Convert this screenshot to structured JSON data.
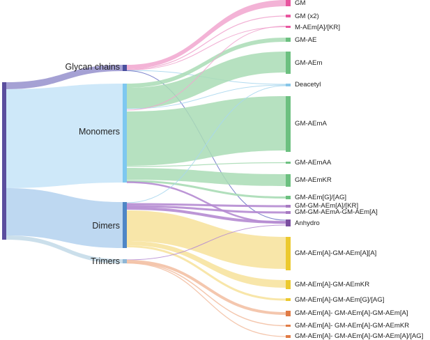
{
  "diagram": {
    "type": "sankey",
    "source_nodes": [
      {
        "id": "root",
        "label": "",
        "color": "#5b4e9e"
      },
      {
        "id": "glycan",
        "label": "Glycan chains",
        "color": "#4a4f9e"
      },
      {
        "id": "monomers",
        "label": "Monomers",
        "color": "#7ec8f0"
      },
      {
        "id": "dimers",
        "label": "Dimers",
        "color": "#4f86c6"
      },
      {
        "id": "trimers",
        "label": "Trimers",
        "color": "#8fb7d6"
      }
    ],
    "target_nodes": [
      {
        "id": "gm",
        "label": "GM",
        "color": "#e8559e"
      },
      {
        "id": "gm_x2",
        "label": "GM (x2)",
        "color": "#e8559e"
      },
      {
        "id": "m_aem",
        "label": "M-AEm[A]/[KR]",
        "color": "#e8559e"
      },
      {
        "id": "gm_ae",
        "label": "GM-AE",
        "color": "#6cc080"
      },
      {
        "id": "gm_aem",
        "label": "GM-AEm",
        "color": "#6cc080"
      },
      {
        "id": "deacetyl",
        "label": "Deacetyl",
        "color": "#87c6e8"
      },
      {
        "id": "gm_aema",
        "label": "GM-AEmA",
        "color": "#6cc080"
      },
      {
        "id": "gm_aemaa",
        "label": "GM-AEmAA",
        "color": "#6cc080"
      },
      {
        "id": "gm_aemkr",
        "label": "GM-AEmKR",
        "color": "#6cc080"
      },
      {
        "id": "gm_aemg",
        "label": "GM-AEm[G]/[AG]",
        "color": "#6cc080"
      },
      {
        "id": "gm_gm_aem",
        "label": "GM-GM-AEm[A]/[KR]",
        "color": "#a77ac2"
      },
      {
        "id": "gm_gm_aema_gm",
        "label": "GM-GM-AEmA-GM-AEm[A]",
        "color": "#a77ac2"
      },
      {
        "id": "anhydro",
        "label": "Anhydro",
        "color": "#7a4ea0"
      },
      {
        "id": "dim_a_a",
        "label": "GM-AEm[A]-GM-AEm[A][A]",
        "color": "#ecc92e"
      },
      {
        "id": "dim_a_kr",
        "label": "GM-AEm[A]-GM-AEmKR",
        "color": "#ecc92e"
      },
      {
        "id": "dim_a_g",
        "label": "GM-AEm[A]-GM-AEm[G]/[AG]",
        "color": "#ecc92e"
      },
      {
        "id": "tri_a",
        "label": "GM-AEm[A]- GM-AEm[A]-GM-AEm[A]",
        "color": "#e07b45"
      },
      {
        "id": "tri_kr",
        "label": "GM-AEm[A]- GM-AEm[A]-GM-AEmKR",
        "color": "#e07b45"
      },
      {
        "id": "tri_ag",
        "label": "GM-AEm[A]- GM-AEm[A]-GM-AEm[A]/[AG]",
        "color": "#e07b45"
      }
    ],
    "link_colors": {
      "glycan": "#f1a6cf",
      "monomer": "#a9dcb5",
      "dimer": "#f7e3a0",
      "trimer": "#f3c1a5",
      "deacetyl": "#a8d7ee",
      "anhydro": "#b58bd1",
      "root_glycan": "#9b97cf",
      "root_monomers": "#c9e6f8",
      "root_dimers": "#b7d4ef",
      "root_trimers": "#c5dbe9"
    }
  }
}
